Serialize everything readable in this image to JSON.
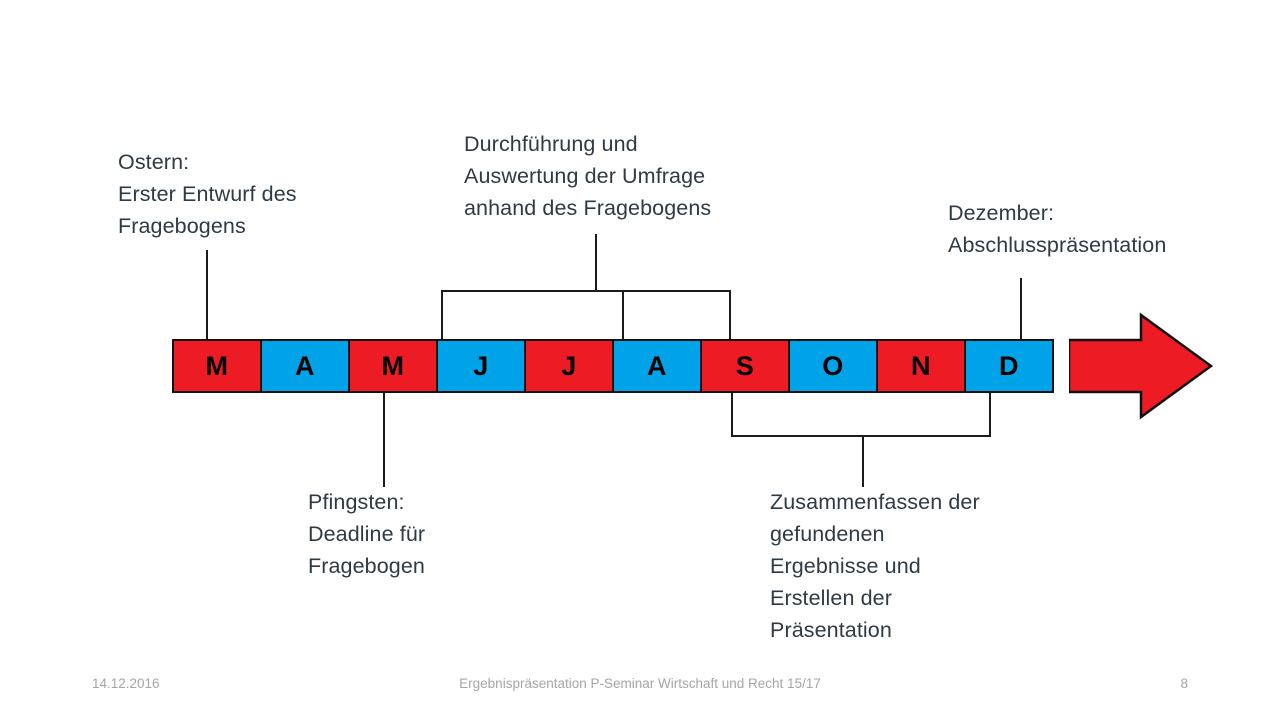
{
  "slide": {
    "title_hidden": "",
    "colors": {
      "red": "#ED1C24",
      "blue": "#00A2E8",
      "text": "#2E3A44",
      "line": "#1B1B1B",
      "footer_text": "#A6A6A6"
    }
  },
  "timeline": {
    "months": [
      {
        "label": "M",
        "color": "red"
      },
      {
        "label": "A",
        "color": "blue"
      },
      {
        "label": "M",
        "color": "red"
      },
      {
        "label": "J",
        "color": "blue"
      },
      {
        "label": "J",
        "color": "red"
      },
      {
        "label": "A",
        "color": "blue"
      },
      {
        "label": "S",
        "color": "red"
      },
      {
        "label": "O",
        "color": "blue"
      },
      {
        "label": "N",
        "color": "red"
      },
      {
        "label": "D",
        "color": "blue"
      }
    ],
    "arrow_color": "#ED1C24"
  },
  "annotations": {
    "ostern": "Ostern:\nErster Entwurf des\nFragebogens",
    "durchfuehrung": "Durchführung und\nAuswertung der Umfrage\nanhand des Fragebogens",
    "dezember": "Dezember:\nAbschlusspräsentation",
    "pfingsten": "Pfingsten:\nDeadline für\nFragebogen",
    "zusammenfassen": "Zusammenfassen der\ngefundenen\nErgebnisse und\nErstellen der\nPräsentation"
  },
  "footer": {
    "date": "14.12.2016",
    "title": "Ergebnispräsentation P-Seminar Wirtschaft und Recht 15/17",
    "page": "8"
  }
}
